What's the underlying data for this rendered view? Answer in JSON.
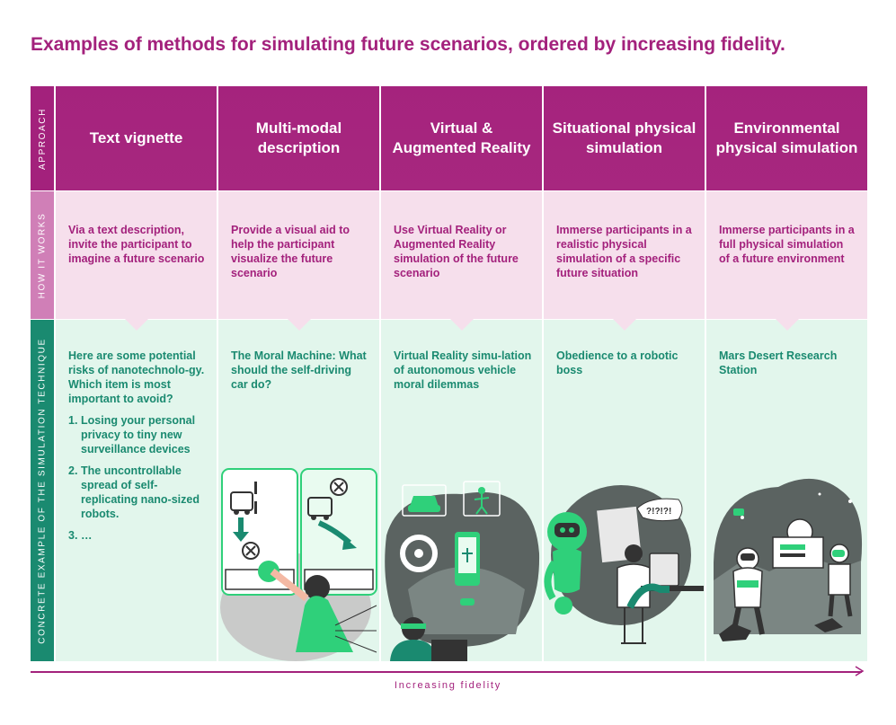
{
  "title": "Examples of methods for simulating future scenarios, ordered by increasing fidelity.",
  "row_labels": {
    "approach": "APPROACH",
    "how_it_works": "HOW IT WORKS",
    "example": "CONCRETE EXAMPLE OF THE SIMULATION TECHNIQUE"
  },
  "columns": [
    {
      "approach": "Text vignette",
      "how": "Via a text description, invite the participant to imagine a future scenario",
      "example": "Here are some potential risks of nanotechnolo-gy. Which item is most important to avoid?",
      "list": [
        {
          "num": "1.",
          "text": "Losing your personal privacy to tiny new surveillance devices"
        },
        {
          "num": "2.",
          "text": "The uncontrollable spread of self-replicating nano-sized robots."
        },
        {
          "num": "3.",
          "text": "…"
        }
      ]
    },
    {
      "approach": "Multi-modal description",
      "how": "Provide a visual aid to help the participant visualize the future scenario",
      "example": "The Moral Machine: What should the self-driving car do?"
    },
    {
      "approach": "Virtual & Augmented Reality",
      "how": "Use Virtual Reality or Augmented Reality simulation of the future scenario",
      "example": "Virtual Reality simu-lation of autonomous vehicle moral dilemmas"
    },
    {
      "approach": "Situational physical simulation",
      "how": "Immerse participants in a realistic physical simulation of a specific future situation",
      "example": "Obedience to a robotic boss",
      "speech": "?!?!?!"
    },
    {
      "approach": "Environmental physical simulation",
      "how": "Immerse participants in a full physical simulation of a future environment",
      "example": "Mars Desert Research Station"
    }
  ],
  "axis_label": "Increasing fidelity",
  "colors": {
    "magenta": "#a3217c",
    "pink_bg": "#f6dfec",
    "teal": "#1a8a70",
    "mint_bg": "#e2f6ec",
    "green": "#2fd07a"
  }
}
